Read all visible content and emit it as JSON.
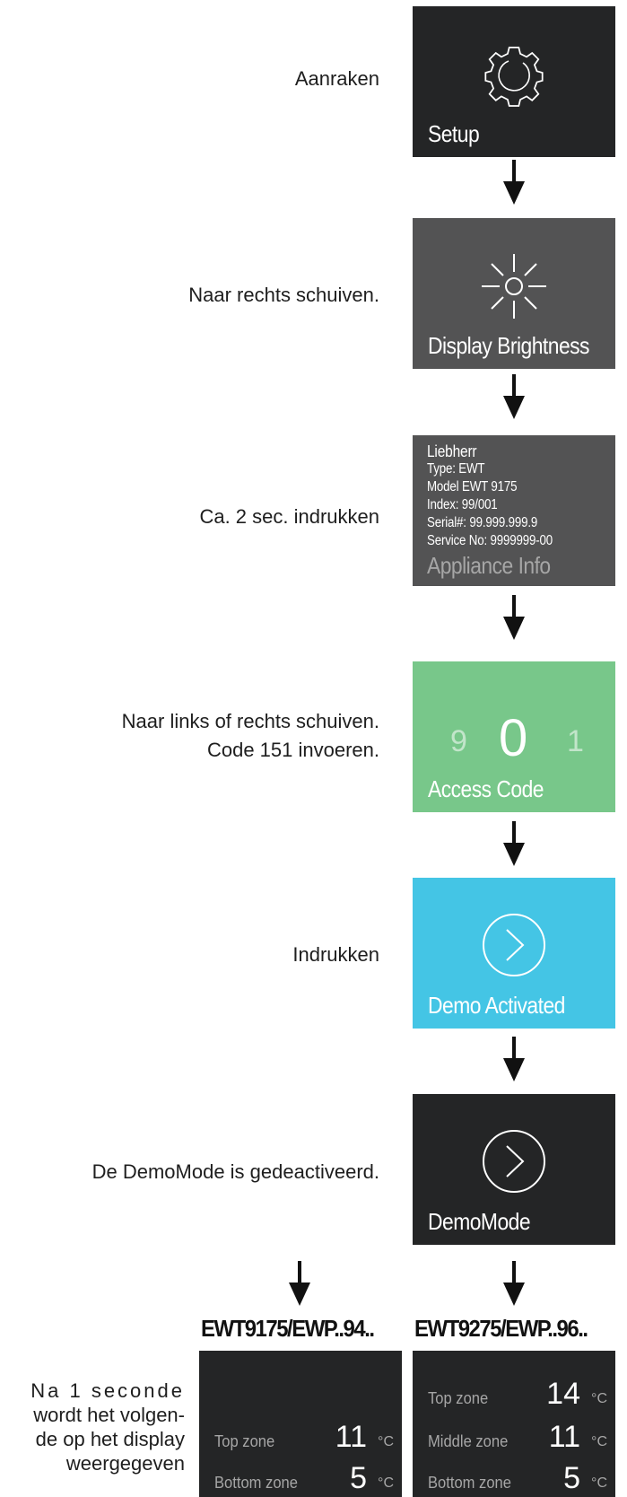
{
  "steps": [
    {
      "instruction": "Aanraken",
      "panel_title": "Setup",
      "icon": "gear-icon"
    },
    {
      "instruction": "Naar rechts schuiven.",
      "panel_title": "Display Brightness",
      "icon": "sun-icon"
    },
    {
      "instruction": "Ca. 2 sec. indrukken",
      "panel_title": "Appliance Info",
      "info_lines": [
        "Liebherr",
        "Type: EWT",
        "Model EWT 9175",
        "Index: 99/001",
        "Serial#: 99.999.999.9",
        "Service No: 9999999-00"
      ]
    },
    {
      "instruction_lines": [
        "Naar links of rechts schuiven.",
        "Code 151 invoeren."
      ],
      "panel_title": "Access Code",
      "digits": {
        "prev": "9",
        "current": "0",
        "next": "1"
      }
    },
    {
      "instruction": "Indrukken",
      "panel_title": "Demo Activated",
      "icon": "play-circle-icon"
    },
    {
      "instruction": "De DemoMode is gedeactiveerd.",
      "panel_title": "DemoMode",
      "icon": "play-circle-icon"
    }
  ],
  "result_note_lines": [
    "Na 1 seconde",
    "wordt het volgen-",
    "de op het display",
    "weergegeven"
  ],
  "models": [
    {
      "name": "EWT9175/EWP..94..",
      "zones": [
        {
          "label": "Top zone",
          "value": "11",
          "unit": "°C"
        },
        {
          "label": "Bottom zone",
          "value": "5",
          "unit": "°C"
        }
      ]
    },
    {
      "name": "EWT9275/EWP..96..",
      "zones": [
        {
          "label": "Top zone",
          "value": "14",
          "unit": "°C"
        },
        {
          "label": "Middle zone",
          "value": "11",
          "unit": "°C"
        },
        {
          "label": "Bottom zone",
          "value": "5",
          "unit": "°C"
        }
      ]
    }
  ],
  "colors": {
    "dark_panel": "#242526",
    "grey_panel": "#535354",
    "access_panel": "#78c78a",
    "demo_panel": "#44c5e5",
    "arrow": "#111111"
  }
}
